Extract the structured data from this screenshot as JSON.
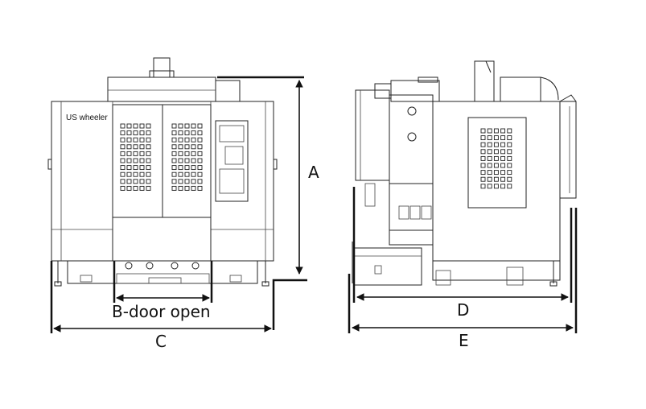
{
  "brand_text": "US wheeler",
  "dimensions": {
    "a": "A",
    "b": "B-door open",
    "c": "C",
    "d": "D",
    "e": "E"
  },
  "colors": {
    "line": "#222222",
    "background": "#ffffff"
  }
}
